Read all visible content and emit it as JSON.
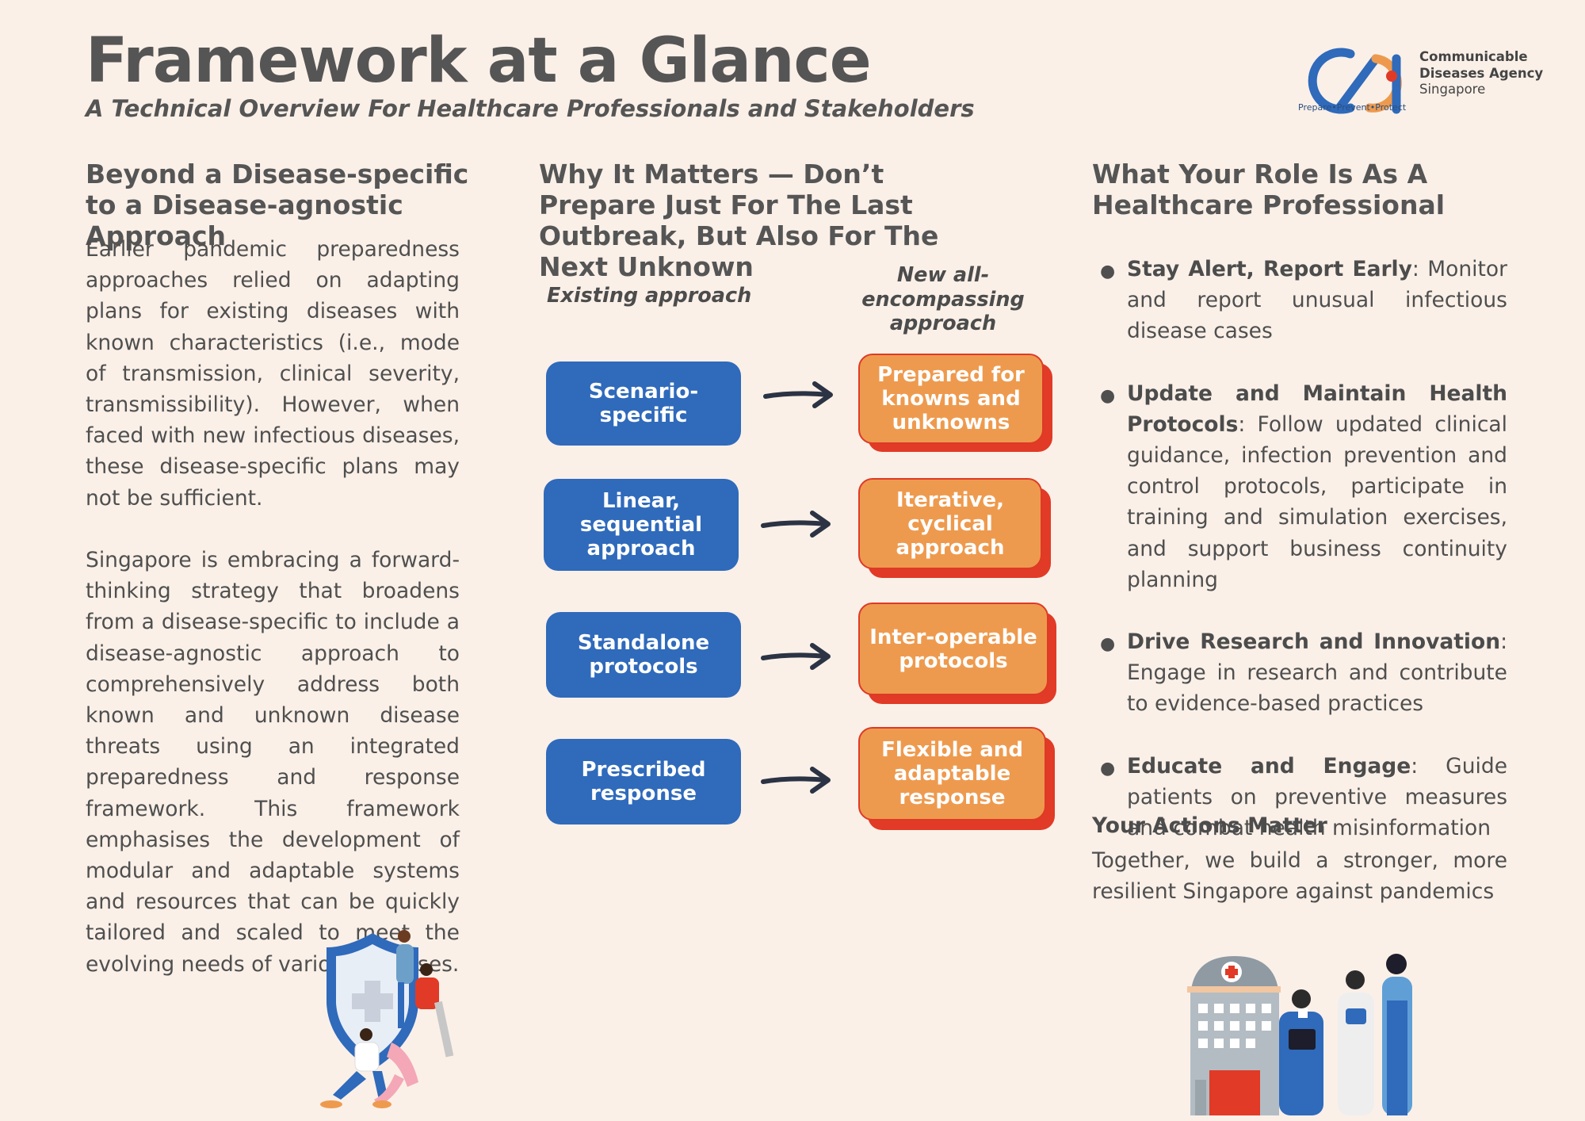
{
  "header": {
    "title": "Framework at a Glance",
    "subtitle": "A Technical Overview For Healthcare Professionals and Stakeholders"
  },
  "logo": {
    "mark": "CDA",
    "name_line1": "Communicable",
    "name_line2": "Diseases Agency",
    "country": "Singapore",
    "tagline": "Prepare•Prevent•Protect",
    "colors": {
      "blue": "#2f6abb",
      "orange": "#ee9a4e",
      "red": "#e13a26"
    }
  },
  "col1": {
    "heading": "Beyond a Disease-specific to a Disease-agnostic Approach",
    "para1": "Earlier pandemic preparedness approaches relied on adapting plans for existing diseases with known characteristics (i.e., mode of transmission, clinical severity, transmissibility). However, when faced with new infectious diseases, these disease-specific plans may not be sufficient.",
    "para2": "Singapore is embracing a forward-thinking strategy that broadens from a disease-specific to include a disease-agnostic approach to comprehensively address both known and unknown disease threats using an integrated preparedness and response framework. This framework emphasises the development of modular and adaptable systems and resources that can be quickly tailored and scaled to meet the evolving needs of various diseases."
  },
  "col2": {
    "heading": "Why It Matters — Don’t Prepare Just For The Last Outbreak, But Also For The Next Unknown",
    "existing_label": "Existing approach",
    "new_label": "New all-encompassing approach",
    "rows": [
      {
        "existing": "Scenario-specific",
        "new": "Prepared for knowns and unknowns"
      },
      {
        "existing": "Linear, sequential approach",
        "new": "Iterative, cyclical approach"
      },
      {
        "existing": "Standalone protocols",
        "new": "Inter-operable protocols"
      },
      {
        "existing": "Prescribed response",
        "new": "Flexible and adaptable response"
      }
    ]
  },
  "col3": {
    "heading": "What Your Role Is As A Healthcare Professional",
    "bullets": [
      {
        "title": "Stay Alert, Report Early",
        "text": ": Monitor and report unusual infectious disease cases"
      },
      {
        "title": "Update and Maintain Health Protocols",
        "text": ": Follow updated clinical guidance, infection prevention and control protocols, participate in training and simulation exercises, and support business continuity planning"
      },
      {
        "title": "Drive Research and Innovation",
        "text": ": Engage in research and contribute to evidence-based practices"
      },
      {
        "title": "Educate and Engage",
        "text": ": Guide patients on preventive measures and combat health misinformation"
      }
    ],
    "actions_heading": "Your Actions Matter",
    "actions_text": "Together, we build a stronger, more resilient Singapore against pandemics"
  },
  "illustrations": {
    "left": "shield-team-illustration",
    "right": "hospital-staff-illustration"
  }
}
